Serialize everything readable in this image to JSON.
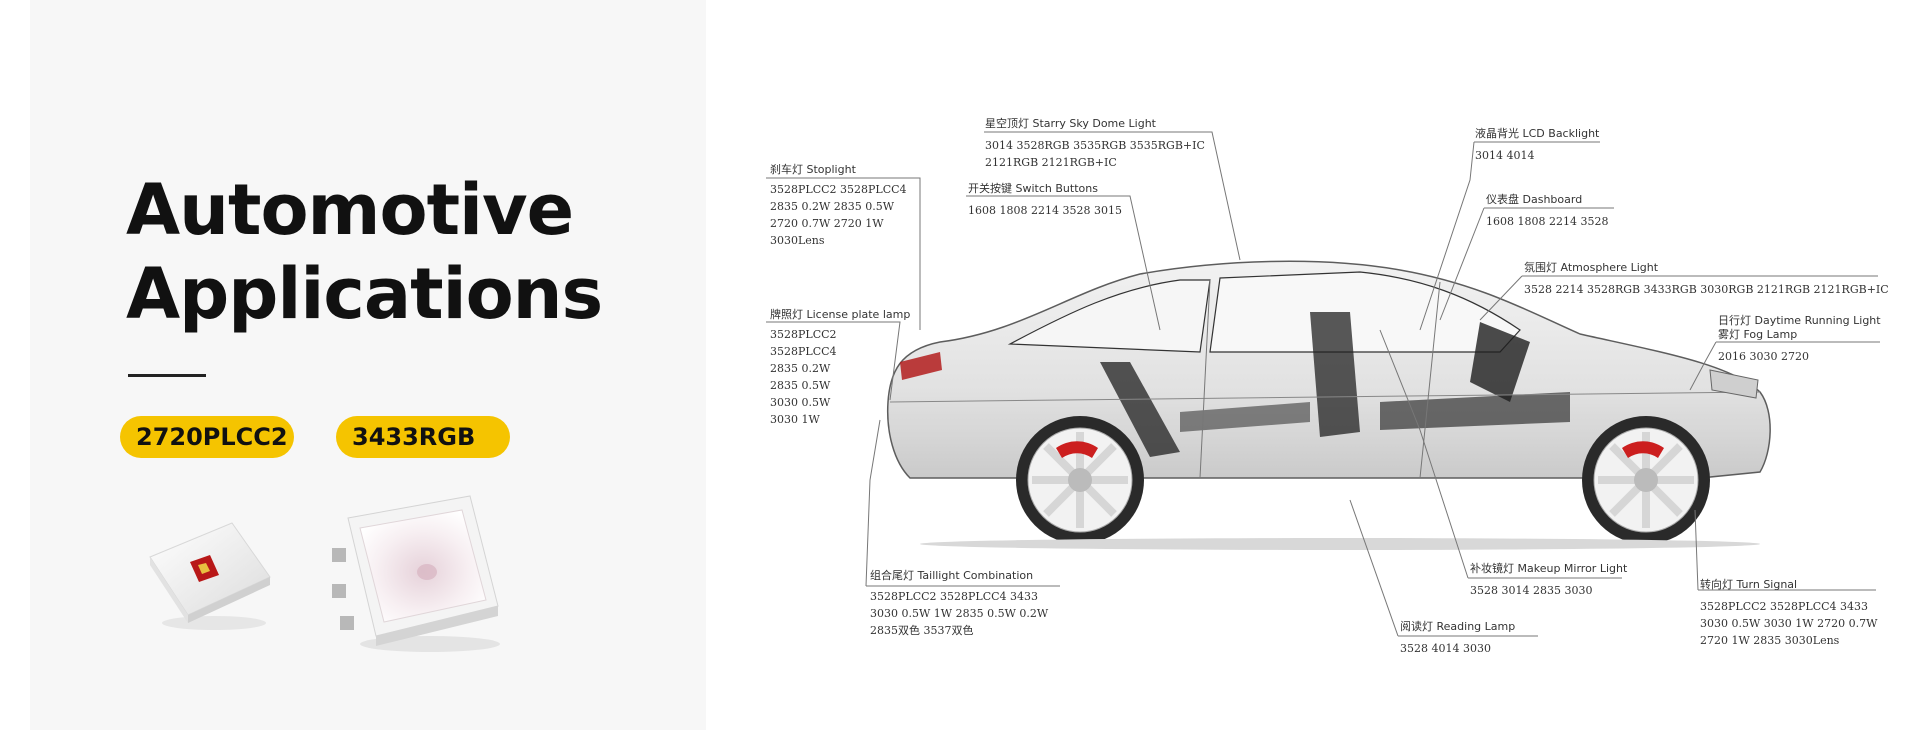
{
  "title": {
    "line1": "Automotive",
    "line2": "Applications"
  },
  "badges": [
    "2720PLCC2",
    "3433RGB"
  ],
  "annotations": {
    "starry": {
      "title": "星空顶灯 Starry Sky Dome Light",
      "lines": [
        "3014  3528RGB  3535RGB  3535RGB+IC",
        "2121RGB  2121RGB+IC"
      ]
    },
    "lcd": {
      "title": "液晶背光 LCD Backlight",
      "lines": [
        "3014  4014"
      ]
    },
    "stoplight": {
      "title": "刹车灯 Stoplight",
      "lines": [
        "3528PLCC2  3528PLCC4",
        "2835 0.2W  2835 0.5W",
        "2720 0.7W  2720 1W",
        "3030Lens"
      ]
    },
    "switch": {
      "title": "开关按键 Switch Buttons",
      "lines": [
        "1608  1808  2214  3528  3015"
      ]
    },
    "dashboard": {
      "title": "仪表盘 Dashboard",
      "lines": [
        "1608  1808  2214  3528"
      ]
    },
    "atmosphere": {
      "title": "氛围灯 Atmosphere Light",
      "lines": [
        "3528  2214  3528RGB  3433RGB  3030RGB  2121RGB  2121RGB+IC"
      ]
    },
    "license": {
      "title": "牌照灯 License plate lamp",
      "lines": [
        "3528PLCC2",
        "3528PLCC4",
        "2835 0.2W",
        "2835 0.5W",
        "3030 0.5W",
        "3030 1W"
      ]
    },
    "drl": {
      "title": "日行灯 Daytime Running Light",
      "title2": "雾灯 Fog Lamp",
      "lines": [
        "2016  3030  2720"
      ]
    },
    "taillight": {
      "title": "组合尾灯 Taillight Combination",
      "lines": [
        "3528PLCC2  3528PLCC4  3433",
        "3030 0.5W 1W  2835 0.5W 0.2W",
        "2835双色  3537双色"
      ]
    },
    "makeup": {
      "title": "补妆镜灯 Makeup Mirror Light",
      "lines": [
        "3528  3014  2835  3030"
      ]
    },
    "reading": {
      "title": "阅读灯 Reading Lamp",
      "lines": [
        "3528  4014  3030"
      ]
    },
    "turn": {
      "title": "转向灯 Turn Signal",
      "lines": [
        "3528PLCC2  3528PLCC4  3433",
        "3030 0.5W  3030 1W  2720 0.7W",
        "2720 1W  2835  3030Lens"
      ]
    }
  },
  "colors": {
    "badge": "#f5c400",
    "left_bg": "#f7f7f7",
    "brake_caliper": "#cc1f1f"
  }
}
